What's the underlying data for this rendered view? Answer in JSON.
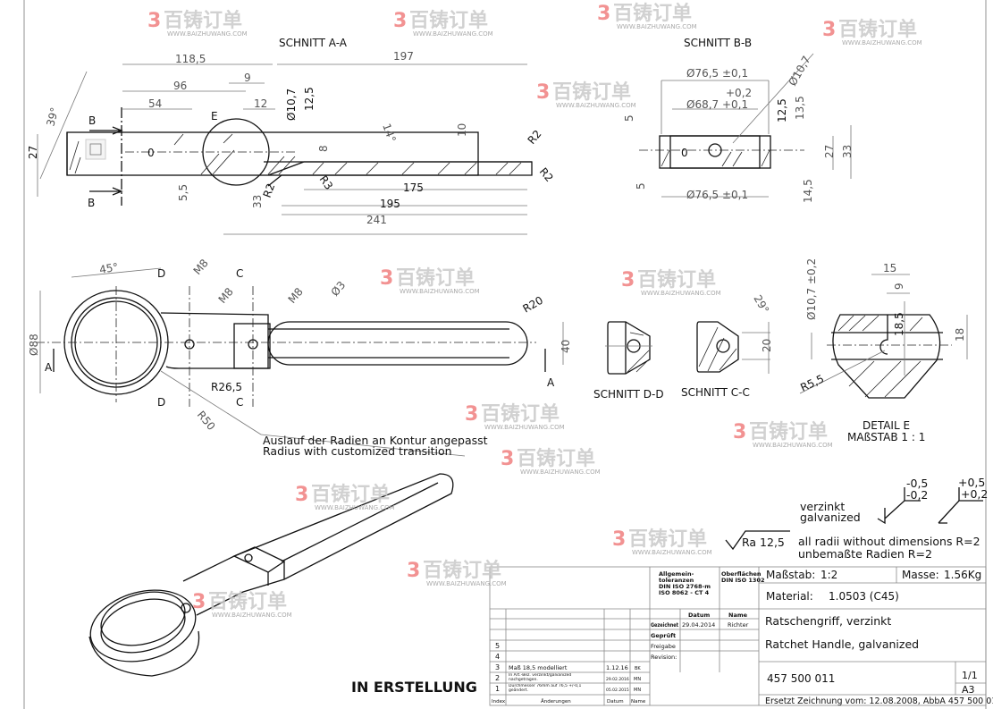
{
  "section_aa": {
    "title": "SCHNITT A-A",
    "dims": [
      "118,5",
      "197",
      "96",
      "9",
      "54",
      "12",
      "Ø10,7",
      "12,5",
      "39°",
      "27",
      "0",
      "8",
      "14°",
      "10",
      "R2",
      "R2",
      "R2",
      "R3",
      "5,5",
      "33",
      "175",
      "195",
      "241"
    ],
    "detail_marker": "E",
    "cut_b_top": "B",
    "cut_b_bottom": "B"
  },
  "section_bb": {
    "title": "SCHNITT B-B",
    "dims": [
      "Ø10,7",
      "Ø76,5 ±0,1",
      "+0,2",
      "Ø68,7 +0,1",
      "5",
      "12,5",
      "13,5",
      "27",
      "33",
      "0",
      "5",
      "14,5",
      "Ø76,5 ±0,1"
    ]
  },
  "plan_view": {
    "dims": [
      "45°",
      "M8",
      "M8",
      "M8",
      "Ø3",
      "R20",
      "Ø88",
      "40",
      "R26,5",
      "R50"
    ],
    "cut_labels": [
      "D",
      "C",
      "D",
      "C",
      "A",
      "A"
    ],
    "note_line1": "Auslauf der Radien an Kontur angepasst",
    "note_line2": "Radius with customized transition"
  },
  "section_dd": {
    "title": "SCHNITT D-D"
  },
  "section_cc": {
    "title": "SCHNITT C-C",
    "dims": [
      "29°",
      "20"
    ]
  },
  "detail_e": {
    "title": "DETAIL E",
    "scale": "MAßSTAB 1 : 1",
    "dims": [
      "Ø10,7 ±0,2",
      "15",
      "9",
      "18,5",
      "18",
      "R5,5"
    ]
  },
  "notes": {
    "tol_minus_top": "-0,5",
    "tol_minus_bottom": "-0,2",
    "tol_plus_top": "+0,5",
    "tol_plus_bottom": "+0,2",
    "coating_de": "verzinkt",
    "coating_en": "galvanized",
    "roughness": "Ra  12,5",
    "radii_en": "all radii without dimensions R=2",
    "radii_de": "unbemaßte Radien R=2",
    "status": "IN ERSTELLUNG"
  },
  "title_block": {
    "general_tol": [
      "Allgemein-",
      "toleranzen",
      "DIN ISO 2768-m",
      "ISO 8062 - CT 4"
    ],
    "surfaces": [
      "Oberflächen",
      "DIN ISO 1302"
    ],
    "scale_label": "Maßstab:",
    "scale_value": "1:2",
    "mass_label": "Masse:",
    "mass_value": "1.56Kg",
    "material_label": "Material:",
    "material_value": "1.0503 (C45)",
    "date_header": "Datum",
    "name_header": "Name",
    "drawn_label": "Gezeichnet",
    "drawn_date": "29.04.2014",
    "drawn_name": "Richter",
    "checked_label": "Geprüft",
    "release_label": "Freigabe",
    "revision_label": "Revision:",
    "title_de": "Ratschengriff, verzinkt",
    "title_en": "Ratchet Handle, galvanized",
    "drawing_number": "457 500 011",
    "sheet": "1/1",
    "format": "A3",
    "replaces": "Ersetzt Zeichnung vom: 12.08.2008,  AbbA 457 500 01",
    "revisions": [
      {
        "index": "5",
        "change": "",
        "date": "",
        "name": ""
      },
      {
        "index": "4",
        "change": "",
        "date": "",
        "name": ""
      },
      {
        "index": "3",
        "change": "Maß 18,5 modelliert",
        "date": "1.12.16",
        "name": "BK"
      },
      {
        "index": "2",
        "change": "In Art.-Bez. verzinkt/galvanized nachgetragen.",
        "date": "29.02.2016",
        "name": "MN"
      },
      {
        "index": "1",
        "change": "Durchmesser 76mm auf 76,5 +/-0,1 geändert.",
        "date": "05.02.2015",
        "name": "MN"
      }
    ],
    "rev_headers": [
      "Index",
      "Änderungen",
      "Datum",
      "Name"
    ]
  },
  "watermark": {
    "logo": "百铸订单",
    "url": "WWW.BAIZHUWANG.COM"
  }
}
